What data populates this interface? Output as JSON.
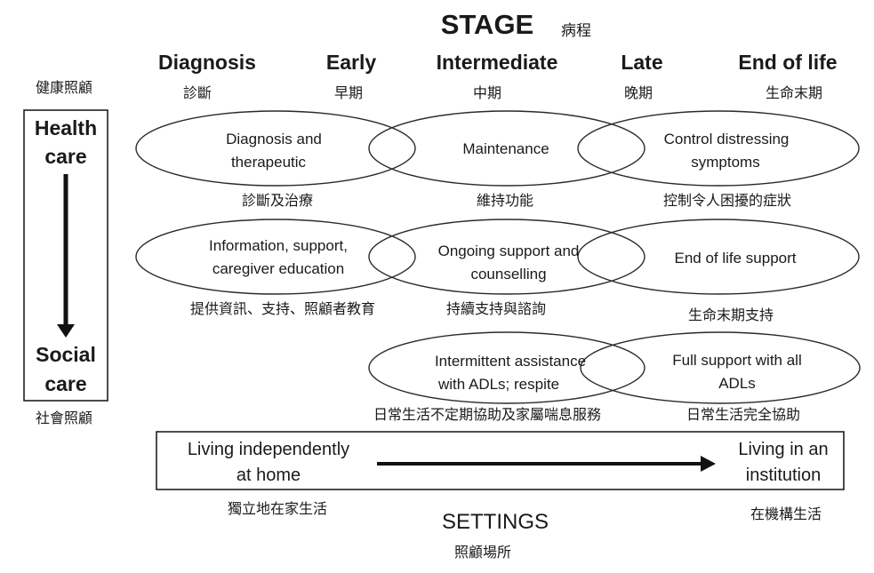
{
  "stage": {
    "title": "STAGE",
    "title_zh": "病程"
  },
  "stages": [
    {
      "en": "Diagnosis",
      "zh": "診斷"
    },
    {
      "en": "Early",
      "zh": "早期"
    },
    {
      "en": "Intermediate",
      "zh": "中期"
    },
    {
      "en": "Late",
      "zh": "晚期"
    },
    {
      "en": "End of life",
      "zh": "生命末期"
    }
  ],
  "care_axis": {
    "top_zh": "健康照顧",
    "health_line1": "Health",
    "health_line2": "care",
    "social_line1": "Social",
    "social_line2": "care",
    "bottom_zh": "社會照顧"
  },
  "ellipses": [
    {
      "line1": "Diagnosis and",
      "line2": "therapeutic",
      "zh": "診斷及治療"
    },
    {
      "line1": "Maintenance",
      "line2": "",
      "zh": "維持功能"
    },
    {
      "line1": "Control distressing",
      "line2": "symptoms",
      "zh": "控制令人困擾的症狀"
    },
    {
      "line1": "Information, support,",
      "line2": "caregiver education",
      "zh": "提供資訊、支持、照顧者教育"
    },
    {
      "line1": "Ongoing support and",
      "line2": "counselling",
      "zh": "持續支持與諮詢"
    },
    {
      "line1": "End of life support",
      "line2": "",
      "zh": "生命末期支持"
    },
    {
      "line1": "Intermittent assistance",
      "line2": "with ADLs; respite",
      "zh": "日常生活不定期協助及家屬喘息服務"
    },
    {
      "line1": "Full support with all",
      "line2": "ADLs",
      "zh": "日常生活完全協助"
    }
  ],
  "settings": {
    "left_line1": "Living independently",
    "left_line2": "at home",
    "left_zh": "獨立地在家生活",
    "right_line1": "Living in an",
    "right_line2": "institution",
    "right_zh": "在機構生活",
    "title": "SETTINGS",
    "title_zh": "照顧場所"
  }
}
